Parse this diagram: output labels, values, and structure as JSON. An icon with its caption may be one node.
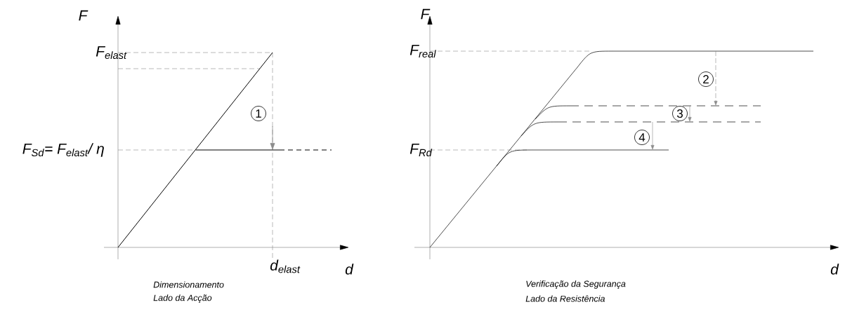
{
  "diagram": {
    "labels": [
      "F",
      "F$_{elast}$",
      "F$_{Sd}$= F$_{elast}$/ η",
      "1",
      "d$_{elast}$",
      "d",
      "Dimensionamento",
      "Lado da Acção",
      "F",
      "F$_{real}$",
      "2",
      "3",
      "4",
      "F$_{Rd}$",
      "d",
      "Verificação da Segurança",
      "Lado da Resistência"
    ]
  }
}
